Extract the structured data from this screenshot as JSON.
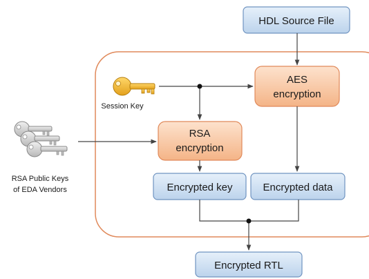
{
  "diagram": {
    "hdl_source": "HDL Source File",
    "aes_line1": "AES",
    "aes_line2": "encryption",
    "rsa_line1": "RSA",
    "rsa_line2": "encryption",
    "encrypted_key": "Encrypted key",
    "encrypted_data": "Encrypted data",
    "encrypted_rtl": "Encrypted RTL",
    "session_key_label": "Session Key",
    "rsa_keys_line1": "RSA Public Keys",
    "rsa_keys_line2": "of EDA Vendors"
  },
  "colors": {
    "blue_fill": "#cfe0f2",
    "blue_stroke": "#6f93c0",
    "orange_fill": "#f8c9a6",
    "orange_stroke": "#e0895a",
    "container_stroke": "#e0895a",
    "key_gold": "#f2b633",
    "key_gray": "#c8c8c8"
  }
}
